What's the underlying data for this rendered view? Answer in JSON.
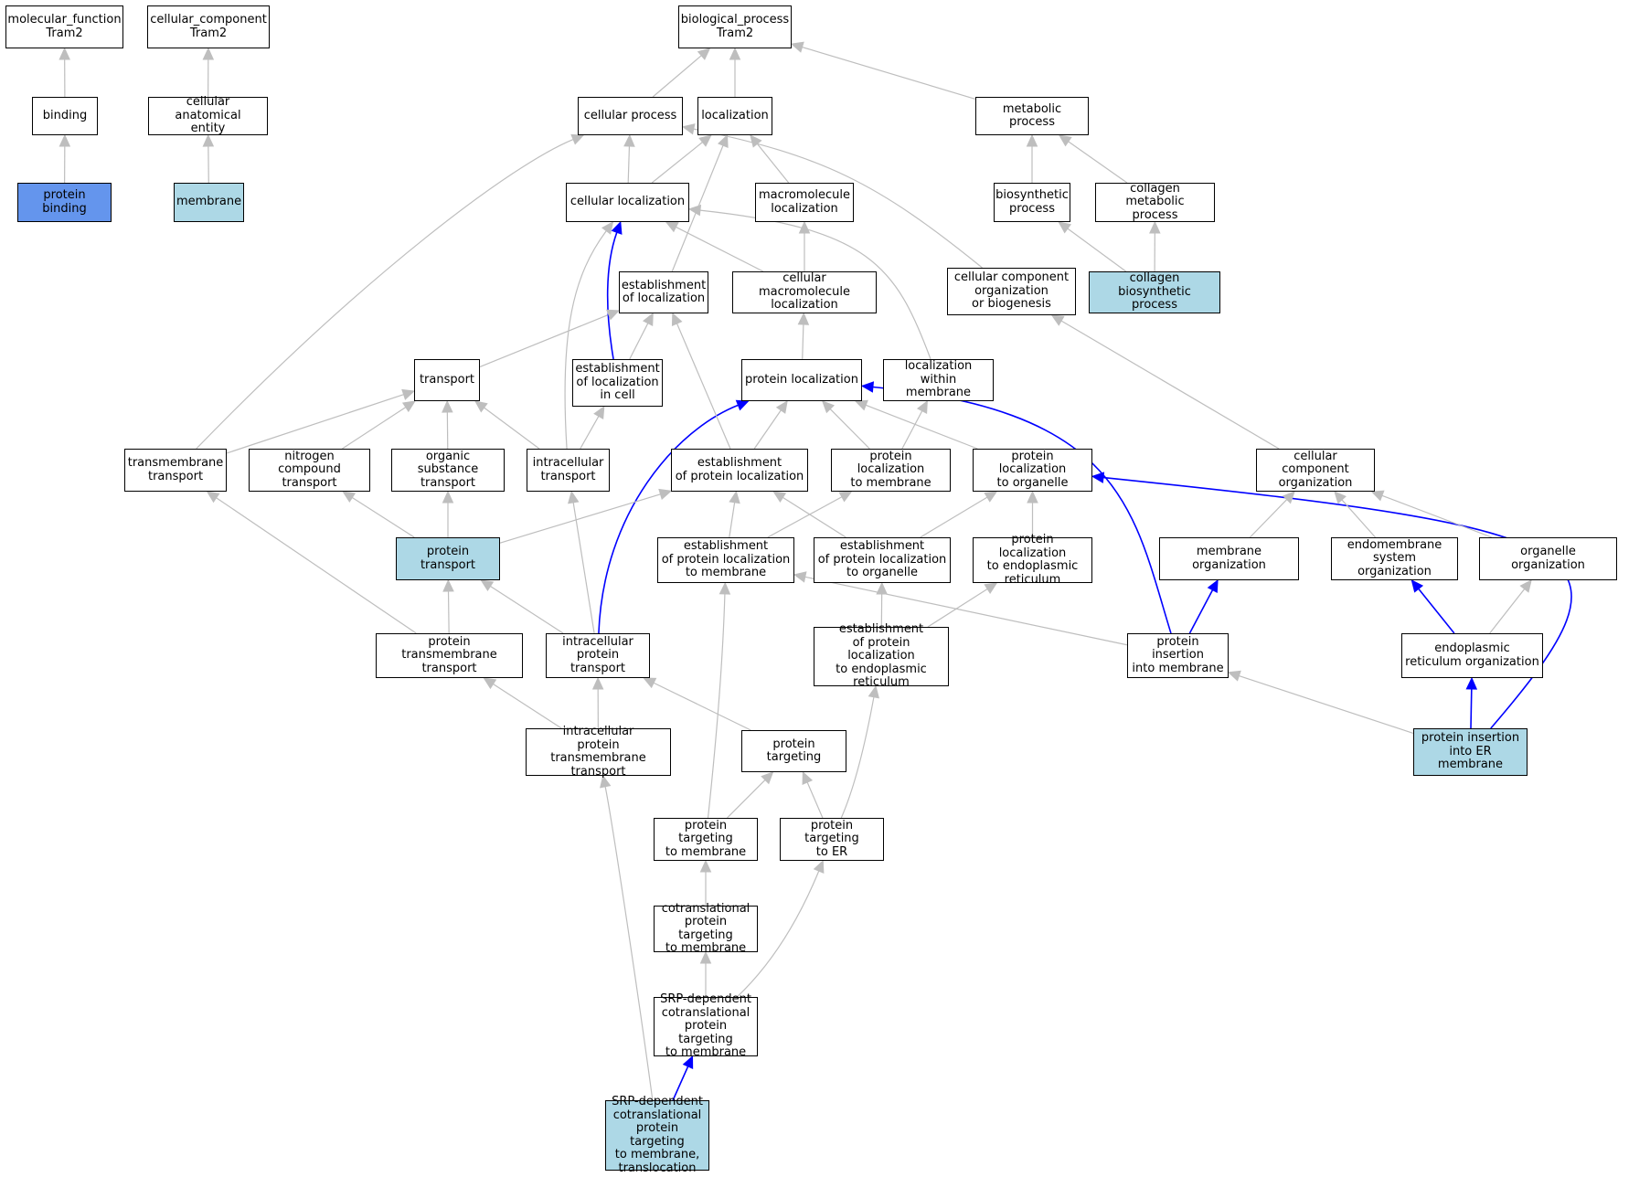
{
  "colors": {
    "node_border": "#000000",
    "node_fill_default": "#ffffff",
    "node_fill_highlight": "#add8e6",
    "node_fill_strong": "#6495ed",
    "edge_gray": "#bebebe",
    "edge_blue": "#0000ff"
  },
  "nodes": {
    "mf_root": {
      "label": "molecular_function\nTram2",
      "fill": "white"
    },
    "cc_root": {
      "label": "cellular_component\nTram2",
      "fill": "white"
    },
    "bp_root": {
      "label": "biological_process\nTram2",
      "fill": "white"
    },
    "binding": {
      "label": "binding",
      "fill": "white"
    },
    "cae": {
      "label": "cellular anatomical\nentity",
      "fill": "white"
    },
    "protein_binding": {
      "label": "protein binding",
      "fill": "strong"
    },
    "membrane": {
      "label": "membrane",
      "fill": "highlight"
    },
    "cellular_process": {
      "label": "cellular process",
      "fill": "white"
    },
    "localization": {
      "label": "localization",
      "fill": "white"
    },
    "metabolic_process": {
      "label": "metabolic process",
      "fill": "white"
    },
    "cellular_localization": {
      "label": "cellular localization",
      "fill": "white"
    },
    "macromolecule_localization": {
      "label": "macromolecule\nlocalization",
      "fill": "white"
    },
    "biosynthetic_process": {
      "label": "biosynthetic\nprocess",
      "fill": "white"
    },
    "collagen_metabolic": {
      "label": "collagen metabolic\nprocess",
      "fill": "white"
    },
    "establishment_localization": {
      "label": "establishment\nof localization",
      "fill": "white"
    },
    "cellular_macromolecule_localization": {
      "label": "cellular macromolecule\nlocalization",
      "fill": "white"
    },
    "ccob": {
      "label": "cellular component\norganization\nor biogenesis",
      "fill": "white"
    },
    "collagen_biosynthetic": {
      "label": "collagen biosynthetic\nprocess",
      "fill": "highlight"
    },
    "transport": {
      "label": "transport",
      "fill": "white"
    },
    "establishment_localization_cell": {
      "label": "establishment\nof localization\nin cell",
      "fill": "white"
    },
    "protein_localization": {
      "label": "protein localization",
      "fill": "white"
    },
    "localization_within_membrane": {
      "label": "localization\nwithin membrane",
      "fill": "white"
    },
    "transmembrane_transport": {
      "label": "transmembrane\ntransport",
      "fill": "white"
    },
    "nitrogen_compound_transport": {
      "label": "nitrogen compound\ntransport",
      "fill": "white"
    },
    "organic_substance_transport": {
      "label": "organic substance\ntransport",
      "fill": "white"
    },
    "intracellular_transport": {
      "label": "intracellular\ntransport",
      "fill": "white"
    },
    "establishment_protein_localization": {
      "label": "establishment\nof protein localization",
      "fill": "white"
    },
    "protein_localization_membrane": {
      "label": "protein localization\nto membrane",
      "fill": "white"
    },
    "protein_localization_organelle": {
      "label": "protein localization\nto organelle",
      "fill": "white"
    },
    "cellular_component_organization": {
      "label": "cellular component\norganization",
      "fill": "white"
    },
    "protein_transport": {
      "label": "protein transport",
      "fill": "highlight"
    },
    "epl_membrane": {
      "label": "establishment\nof protein localization\nto membrane",
      "fill": "white"
    },
    "epl_organelle": {
      "label": "establishment\nof protein localization\nto organelle",
      "fill": "white"
    },
    "pl_er": {
      "label": "protein localization\nto endoplasmic\nreticulum",
      "fill": "white"
    },
    "membrane_organization": {
      "label": "membrane organization",
      "fill": "white"
    },
    "endomembrane_system_organization": {
      "label": "endomembrane\nsystem organization",
      "fill": "white"
    },
    "organelle_organization": {
      "label": "organelle organization",
      "fill": "white"
    },
    "protein_transmembrane_transport": {
      "label": "protein transmembrane\ntransport",
      "fill": "white"
    },
    "intracellular_protein_transport": {
      "label": "intracellular\nprotein transport",
      "fill": "white"
    },
    "epl_er": {
      "label": "establishment\nof protein localization\nto endoplasmic\nreticulum",
      "fill": "white"
    },
    "protein_insertion_membrane": {
      "label": "protein insertion\ninto membrane",
      "fill": "white"
    },
    "er_organization": {
      "label": "endoplasmic\nreticulum organization",
      "fill": "white"
    },
    "iptt": {
      "label": "intracellular\nprotein transmembrane\ntransport",
      "fill": "white"
    },
    "protein_targeting": {
      "label": "protein targeting",
      "fill": "white"
    },
    "protein_insertion_er": {
      "label": "protein insertion\ninto ER membrane",
      "fill": "highlight"
    },
    "pt_membrane": {
      "label": "protein targeting\nto membrane",
      "fill": "white"
    },
    "pt_er": {
      "label": "protein targeting\nto ER",
      "fill": "white"
    },
    "cotranslational": {
      "label": "cotranslational\nprotein targeting\nto membrane",
      "fill": "white"
    },
    "srp_targeting": {
      "label": "SRP-dependent\ncotranslational\nprotein targeting\nto membrane",
      "fill": "white"
    },
    "srp_translocation": {
      "label": "SRP-dependent\ncotranslational\nprotein targeting\nto membrane,\ntranslocation",
      "fill": "highlight"
    }
  },
  "edges": [
    {
      "from": "binding",
      "to": "mf_root",
      "color": "gray"
    },
    {
      "from": "protein_binding",
      "to": "binding",
      "color": "gray"
    },
    {
      "from": "cae",
      "to": "cc_root",
      "color": "gray"
    },
    {
      "from": "membrane",
      "to": "cae",
      "color": "gray"
    },
    {
      "from": "cellular_process",
      "to": "bp_root",
      "color": "gray"
    },
    {
      "from": "localization",
      "to": "bp_root",
      "color": "gray"
    },
    {
      "from": "metabolic_process",
      "to": "bp_root",
      "color": "gray"
    },
    {
      "from": "cellular_localization",
      "to": "cellular_process",
      "color": "gray"
    },
    {
      "from": "cellular_localization",
      "to": "localization",
      "color": "gray"
    },
    {
      "from": "macromolecule_localization",
      "to": "localization",
      "color": "gray"
    },
    {
      "from": "establishment_localization",
      "to": "localization",
      "color": "gray"
    },
    {
      "from": "ccob",
      "to": "cellular_process",
      "color": "gray"
    },
    {
      "from": "biosynthetic_process",
      "to": "metabolic_process",
      "color": "gray"
    },
    {
      "from": "collagen_metabolic",
      "to": "metabolic_process",
      "color": "gray"
    },
    {
      "from": "collagen_biosynthetic",
      "to": "biosynthetic_process",
      "color": "gray"
    },
    {
      "from": "collagen_biosynthetic",
      "to": "collagen_metabolic",
      "color": "gray"
    },
    {
      "from": "cellular_macromolecule_localization",
      "to": "macromolecule_localization",
      "color": "gray"
    },
    {
      "from": "cellular_macromolecule_localization",
      "to": "cellular_localization",
      "color": "gray"
    },
    {
      "from": "localization_within_membrane",
      "to": "cellular_localization",
      "color": "gray"
    },
    {
      "from": "intracellular_transport",
      "to": "cellular_localization",
      "color": "gray"
    },
    {
      "from": "establishment_localization_cell",
      "to": "cellular_localization",
      "color": "blue"
    },
    {
      "from": "establishment_localization_cell",
      "to": "establishment_localization",
      "color": "gray"
    },
    {
      "from": "transport",
      "to": "establishment_localization",
      "color": "gray"
    },
    {
      "from": "protein_localization",
      "to": "cellular_macromolecule_localization",
      "color": "gray"
    },
    {
      "from": "transmembrane_transport",
      "to": "cellular_process",
      "color": "gray"
    },
    {
      "from": "transmembrane_transport",
      "to": "transport",
      "color": "gray"
    },
    {
      "from": "nitrogen_compound_transport",
      "to": "transport",
      "color": "gray"
    },
    {
      "from": "organic_substance_transport",
      "to": "transport",
      "color": "gray"
    },
    {
      "from": "intracellular_transport",
      "to": "transport",
      "color": "gray"
    },
    {
      "from": "intracellular_transport",
      "to": "establishment_localization_cell",
      "color": "gray"
    },
    {
      "from": "establishment_protein_localization",
      "to": "establishment_localization",
      "color": "gray"
    },
    {
      "from": "establishment_protein_localization",
      "to": "protein_localization",
      "color": "gray"
    },
    {
      "from": "protein_localization_membrane",
      "to": "protein_localization",
      "color": "gray"
    },
    {
      "from": "protein_localization_membrane",
      "to": "localization_within_membrane",
      "color": "gray"
    },
    {
      "from": "protein_localization_organelle",
      "to": "protein_localization",
      "color": "gray"
    },
    {
      "from": "cellular_component_organization",
      "to": "ccob",
      "color": "gray"
    },
    {
      "from": "protein_transport",
      "to": "nitrogen_compound_transport",
      "color": "gray"
    },
    {
      "from": "protein_transport",
      "to": "organic_substance_transport",
      "color": "gray"
    },
    {
      "from": "protein_transport",
      "to": "establishment_protein_localization",
      "color": "gray"
    },
    {
      "from": "epl_membrane",
      "to": "establishment_protein_localization",
      "color": "gray"
    },
    {
      "from": "epl_membrane",
      "to": "protein_localization_membrane",
      "color": "gray"
    },
    {
      "from": "epl_organelle",
      "to": "establishment_protein_localization",
      "color": "gray"
    },
    {
      "from": "epl_organelle",
      "to": "protein_localization_organelle",
      "color": "gray"
    },
    {
      "from": "pl_er",
      "to": "protein_localization_organelle",
      "color": "gray"
    },
    {
      "from": "membrane_organization",
      "to": "cellular_component_organization",
      "color": "gray"
    },
    {
      "from": "endomembrane_system_organization",
      "to": "cellular_component_organization",
      "color": "gray"
    },
    {
      "from": "organelle_organization",
      "to": "cellular_component_organization",
      "color": "gray"
    },
    {
      "from": "protein_transmembrane_transport",
      "to": "transmembrane_transport",
      "color": "gray"
    },
    {
      "from": "protein_transmembrane_transport",
      "to": "protein_transport",
      "color": "gray"
    },
    {
      "from": "intracellular_protein_transport",
      "to": "protein_transport",
      "color": "gray"
    },
    {
      "from": "intracellular_protein_transport",
      "to": "intracellular_transport",
      "color": "gray"
    },
    {
      "from": "intracellular_protein_transport",
      "to": "protein_localization",
      "color": "blue"
    },
    {
      "from": "epl_er",
      "to": "epl_organelle",
      "color": "gray"
    },
    {
      "from": "epl_er",
      "to": "pl_er",
      "color": "gray"
    },
    {
      "from": "protein_insertion_membrane",
      "to": "epl_membrane",
      "color": "gray"
    },
    {
      "from": "protein_insertion_membrane",
      "to": "membrane_organization",
      "color": "blue"
    },
    {
      "from": "protein_insertion_membrane",
      "to": "protein_localization",
      "color": "blue"
    },
    {
      "from": "er_organization",
      "to": "endomembrane_system_organization",
      "color": "blue"
    },
    {
      "from": "er_organization",
      "to": "organelle_organization",
      "color": "gray"
    },
    {
      "from": "iptt",
      "to": "protein_transmembrane_transport",
      "color": "gray"
    },
    {
      "from": "iptt",
      "to": "intracellular_protein_transport",
      "color": "gray"
    },
    {
      "from": "protein_targeting",
      "to": "intracellular_protein_transport",
      "color": "gray"
    },
    {
      "from": "protein_insertion_er",
      "to": "protein_insertion_membrane",
      "color": "gray"
    },
    {
      "from": "protein_insertion_er",
      "to": "er_organization",
      "color": "blue"
    },
    {
      "from": "protein_insertion_er",
      "to": "protein_localization_organelle",
      "color": "blue"
    },
    {
      "from": "pt_membrane",
      "to": "protein_targeting",
      "color": "gray"
    },
    {
      "from": "pt_membrane",
      "to": "epl_membrane",
      "color": "gray"
    },
    {
      "from": "pt_er",
      "to": "protein_targeting",
      "color": "gray"
    },
    {
      "from": "pt_er",
      "to": "epl_er",
      "color": "gray"
    },
    {
      "from": "cotranslational",
      "to": "pt_membrane",
      "color": "gray"
    },
    {
      "from": "srp_targeting",
      "to": "cotranslational",
      "color": "gray"
    },
    {
      "from": "srp_targeting",
      "to": "pt_er",
      "color": "gray"
    },
    {
      "from": "srp_translocation",
      "to": "srp_targeting",
      "color": "blue"
    },
    {
      "from": "srp_translocation",
      "to": "iptt",
      "color": "gray"
    }
  ]
}
